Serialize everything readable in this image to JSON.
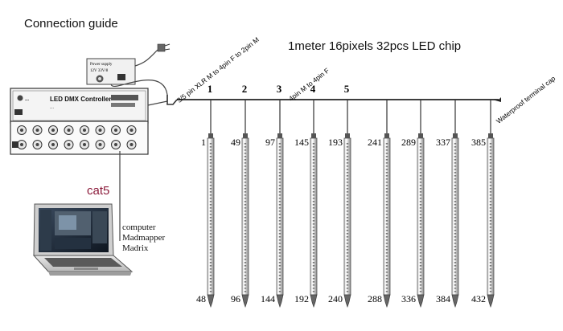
{
  "title": "Connection guide",
  "chip_label": "1meter 16pixels 32pcs LED chip",
  "power_supply": {
    "line1": "Power supply",
    "line2": "12V  33V/8"
  },
  "controller": {
    "brand": "...",
    "name": "LED DMX Controller",
    "model": "..."
  },
  "cable_labels": {
    "xlr": "3/5 pin XLR M to 4pin F to 2pin M",
    "link": "4pin M to 4pin F",
    "cap": "Waterproof terminal cap"
  },
  "cable_cat5": "cat5",
  "computer": {
    "line1": "computer",
    "line2": "Madmapper",
    "line3": "Madrix"
  },
  "tube_numbers": [
    "1",
    "2",
    "3",
    "4",
    "5"
  ],
  "tubes": [
    {
      "start": "1",
      "end": "48"
    },
    {
      "start": "49",
      "end": "96"
    },
    {
      "start": "97",
      "end": "144"
    },
    {
      "start": "145",
      "end": "192"
    },
    {
      "start": "193",
      "end": "240"
    },
    {
      "start": "241",
      "end": "288"
    },
    {
      "start": "289",
      "end": "336"
    },
    {
      "start": "337",
      "end": "384"
    },
    {
      "start": "385",
      "end": "432"
    }
  ]
}
